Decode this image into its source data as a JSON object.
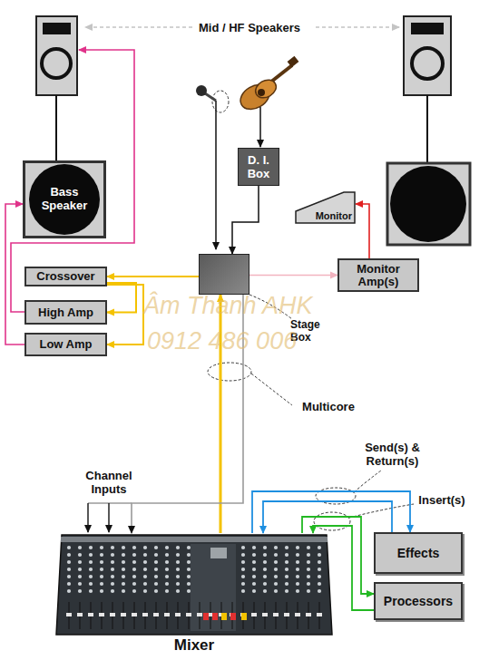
{
  "diagram": {
    "nodes": [
      {
        "text": [
          "Bass Speaker"
        ]
      },
      {
        "text": [
          "D. I. Box"
        ]
      },
      {
        "text": [
          "Monitor"
        ]
      },
      {
        "text": [
          "Stage Box"
        ]
      },
      {
        "text": [
          "Crossover"
        ]
      },
      {
        "text": [
          "Monitor Amp(s)"
        ]
      },
      {
        "text": [
          "High Amp"
        ]
      },
      {
        "text": [
          "Low Amp"
        ]
      },
      {
        "text": [
          "Effects"
        ]
      },
      {
        "text": [
          "Mixer"
        ]
      },
      {
        "text": [
          "Processors"
        ]
      }
    ],
    "edges": [
      {
        "from": 1,
        "to": 3,
        "arrow": "to"
      },
      {
        "from": 3,
        "to": 4,
        "arrow": "to"
      },
      {
        "from": 4,
        "to": 6,
        "arrow": "to"
      },
      {
        "from": 4,
        "to": 7,
        "arrow": "to"
      },
      {
        "from": 7,
        "to": 0,
        "arrow": "to"
      },
      {
        "from": 3,
        "to": 5,
        "arrow": "to"
      },
      {
        "from": 5,
        "to": 2,
        "arrow": "to"
      },
      {
        "from": 9,
        "to": 3,
        "arrow": "to"
      },
      {
        "from": 3,
        "to": 9,
        "arrow": "to"
      },
      {
        "from": 9,
        "to": 8,
        "arrow": "to"
      },
      {
        "from": 8,
        "to": 9,
        "arrow": "to"
      },
      {
        "from": 9,
        "to": 10,
        "arrow": "to"
      },
      {
        "from": 10,
        "to": 9,
        "arrow": "to"
      }
    ],
    "labels": [
      "Mid / HF Speakers",
      "Multicore",
      "Channel Inputs",
      "Send(s) & Return(s)",
      "Insert(s)",
      "Âm Thanh AHK",
      "0912 486 006"
    ]
  }
}
